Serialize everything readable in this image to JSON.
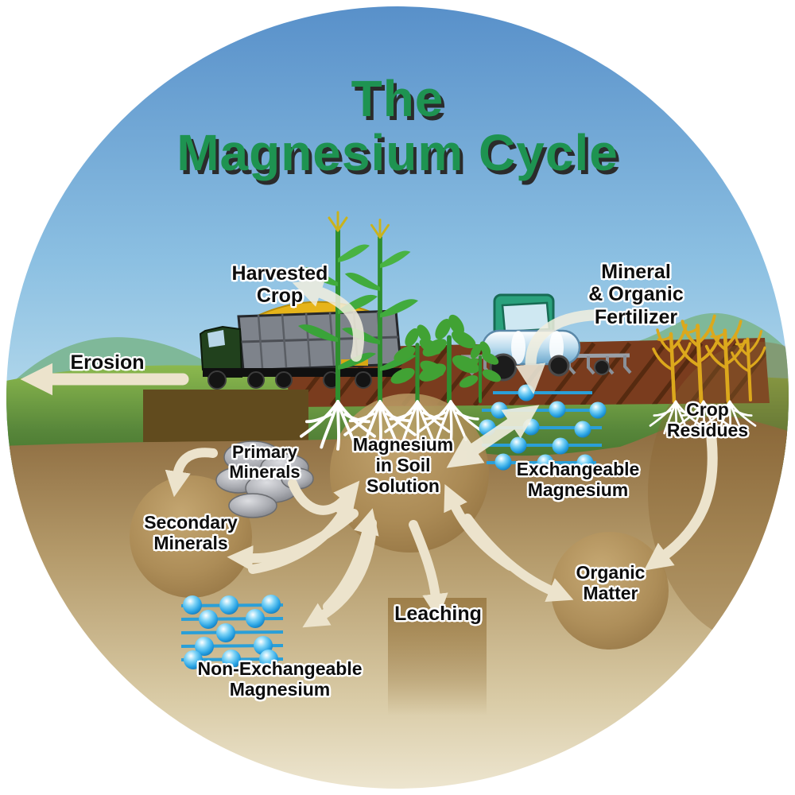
{
  "diagram": {
    "title": {
      "line1": "The",
      "line2": "Magnesium Cycle"
    },
    "labels": {
      "erosion": "Erosion",
      "harvested_crop": "Harvested\nCrop",
      "fertilizer": "Mineral\n& Organic\nFertilizer",
      "crop_residues": "Crop\nResidues",
      "primary_minerals": "Primary\nMinerals",
      "soil_solution": "Magnesium\nin Soil\nSolution",
      "exchangeable": "Exchangeable\nMagnesium",
      "secondary_minerals": "Secondary\nMinerals",
      "organic_matter": "Organic\nMatter",
      "non_exchangeable": "Non-Exchangeable\nMagnesium",
      "leaching": "Leaching"
    },
    "colors": {
      "title_green": "#1e9351",
      "sky_top": "#578fc9",
      "sky_bottom": "#c6e4f0",
      "mountain_teal": "#7fb899",
      "grass_green": "#57863a",
      "plowed_field_brown": "#7a3c1e",
      "soil_tan": "#b49a6a",
      "arrow_cream": "#ece3cc",
      "magnesium_ion_blue": "#2a9fd8",
      "label_text": "#0d0d0d"
    }
  }
}
